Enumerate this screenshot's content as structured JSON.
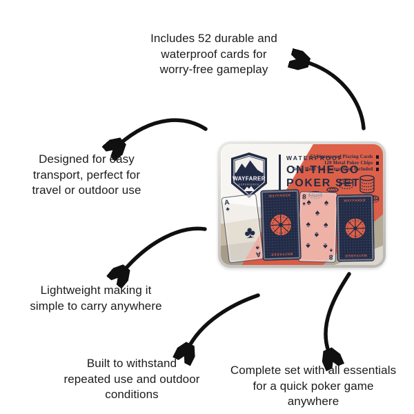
{
  "colors": {
    "coral": "#DF6149",
    "navy": "#232C47",
    "arrow": "#101010",
    "text": "#1C1C1C",
    "tin_rim": "#CBC9C5",
    "beige": "#C7BAA3",
    "taupe": "#A79C89"
  },
  "callouts": {
    "top": {
      "lines": [
        "Includes 52 durable and",
        "waterproof cards for",
        "worry-free gameplay"
      ]
    },
    "left": {
      "lines": [
        "Designed for easy",
        "transport, perfect for",
        "travel or outdoor use"
      ]
    },
    "lightweight": {
      "lines": [
        "Lightweight making it",
        "simple to carry anywhere"
      ]
    },
    "built": {
      "lines": [
        "Built to withstand",
        "repeated use and outdoor",
        "conditions"
      ]
    },
    "complete": {
      "lines": [
        "Complete set with all essentials",
        "for a quick poker game",
        "anywhere"
      ]
    }
  },
  "product": {
    "brand": "WAYFARER",
    "brand_tagline": "EXPERIENCE",
    "title_lines": [
      "WATERPROOF",
      "ON-THE-GO",
      "POKER SET"
    ],
    "features": [
      "52 Waterproof Playing Cards",
      "120 Metal Poker Chips",
      "Texas Hold 'Em Instructions Included"
    ],
    "cards": {
      "ace": {
        "rank": "A",
        "suit": "♣"
      },
      "eight": {
        "rank": "8",
        "suit": "♠"
      },
      "back_label": "WAYFARER"
    }
  }
}
